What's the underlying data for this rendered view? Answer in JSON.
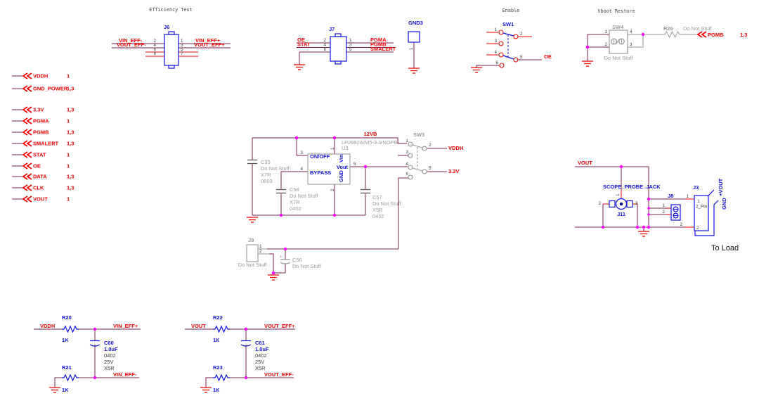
{
  "titles": {
    "efficiency_test": "Efficiency Test",
    "enable": "Enable",
    "vboot_restore": "Vboot Restore"
  },
  "left_ports": [
    {
      "name": "VDDH",
      "pages": "1"
    },
    {
      "name": "GND_POWER",
      "pages": "1,3"
    },
    {
      "name": "3.3V",
      "pages": "1,3"
    },
    {
      "name": "PGMA",
      "pages": "1"
    },
    {
      "name": "PGMB",
      "pages": "1,3"
    },
    {
      "name": "SMALERT",
      "pages": "1,3"
    },
    {
      "name": "STAT",
      "pages": "1"
    },
    {
      "name": "OE",
      "pages": "1"
    },
    {
      "name": "DATA",
      "pages": "1,3"
    },
    {
      "name": "CLK",
      "pages": "1,3"
    },
    {
      "name": "VOUT",
      "pages": "1"
    }
  ],
  "j6": {
    "ref": "J6",
    "pins_left": [
      "2",
      "4",
      "6",
      "8"
    ],
    "pins_right": [
      "1",
      "3",
      "5",
      "7"
    ],
    "nets_left": [
      "VIN_EFF-",
      "VOUT_EFF-"
    ],
    "nets_right": [
      "VIN_EFF+",
      "VOUT_EFF+"
    ]
  },
  "j7": {
    "ref": "J7",
    "pins_left": [
      "2",
      "4",
      "6"
    ],
    "pins_right": [
      "1",
      "3",
      "5"
    ],
    "nets_left": [
      "OE",
      "STAT"
    ],
    "nets_right": [
      "PGMA",
      "PGMB",
      "SMALERT"
    ]
  },
  "gnd3": {
    "ref": "GND3",
    "pin": "1"
  },
  "sw1": {
    "ref": "SW1",
    "pins": [
      "1",
      "2",
      "3",
      "4",
      "5",
      "6"
    ],
    "net_out": "OE"
  },
  "sw4": {
    "ref": "SW4",
    "note": "Do Not Stuff",
    "pins": [
      "1",
      "2",
      "3",
      "4"
    ]
  },
  "r26": {
    "ref": "R26",
    "note": "Do Not Stuff",
    "net": "PGMB",
    "pages": "1,3"
  },
  "u3": {
    "ref": "U3",
    "part": "LP2992AIM5-3.3/NOPB",
    "net_in": "12VB",
    "pin_names": {
      "on_off": "ON/OFF",
      "bypass": "BYPASS",
      "vin": "Vin",
      "gnd": "GND",
      "vout": "Vout"
    },
    "pin_numbers": {
      "on_off": "3",
      "bypass": "4",
      "vin": "1",
      "gnd": "2",
      "vout": "5"
    }
  },
  "sw3": {
    "ref": "SW3",
    "pins": [
      "1",
      "2",
      "3",
      "4",
      "5",
      "6"
    ],
    "net_top": "VDDH",
    "net_bottom": "3.3V"
  },
  "c35": {
    "ref": "C35",
    "note": "Do Not Stuff",
    "dielectric": "X7R",
    "package": "0603"
  },
  "c58": {
    "ref": "C58",
    "note": "Do Not Stuff",
    "dielectric": "X7R",
    "package": "0402"
  },
  "c57": {
    "ref": "C57",
    "note": "Do Not Stuff",
    "dielectric": "X5R",
    "package": "0402"
  },
  "j9": {
    "ref": "J9",
    "note": "Do Not Stuff",
    "pins": [
      "1",
      "2"
    ]
  },
  "c56": {
    "ref": "C56",
    "note": "Do Not Stuff",
    "polarity": "+"
  },
  "vout_section": {
    "net": "VOUT",
    "scope_label": "SCOPE_PROBE_JACK",
    "to_load": "To Load"
  },
  "j11": {
    "ref": "J11",
    "pins": [
      "1",
      "2",
      "3"
    ]
  },
  "j8": {
    "ref": "J8",
    "pins": [
      "1",
      "2"
    ]
  },
  "j3": {
    "ref": "J3",
    "pins": [
      "1",
      "2"
    ],
    "inside_line1": "1",
    "inside_line2": "2_Pin",
    "inside_pin2": "2",
    "label_p1": "+VOUT",
    "label_p2": "GND"
  },
  "vin_block": {
    "net_in": "VDDH",
    "net_p": "VIN_EFF+",
    "net_n": "VIN_EFF-",
    "r_top": {
      "ref": "R20",
      "value": "1K"
    },
    "r_bot": {
      "ref": "R21",
      "value": "1K"
    },
    "cap": {
      "ref": "C60",
      "value": "1.0uF",
      "package": "0402",
      "voltage": "25V",
      "dielectric": "X5R"
    }
  },
  "vout_block": {
    "net_in": "VOUT",
    "net_p": "VOUT_EFF+",
    "net_n": "VOUT_EFF-",
    "r_top": {
      "ref": "R22",
      "value": "1K"
    },
    "r_bot": {
      "ref": "R23",
      "value": "1K"
    },
    "cap": {
      "ref": "C61",
      "value": "1.0uF",
      "package": "0402",
      "voltage": "25V",
      "dielectric": "X5R"
    }
  },
  "colors": {
    "wire": "#7d2150",
    "net_label": "#ee0000",
    "component": "#1111e0",
    "do_not_stuff": "#9a9a9a",
    "junction_dot": "#ff00ff"
  }
}
